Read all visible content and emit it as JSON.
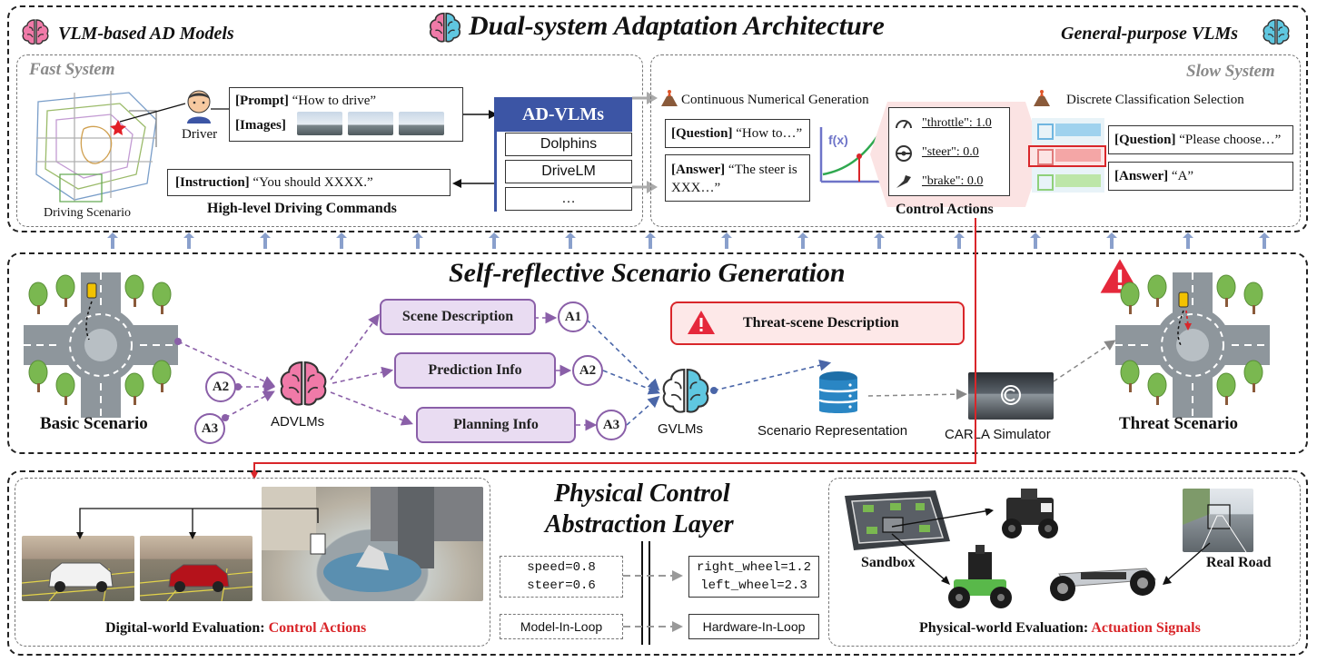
{
  "top": {
    "title": "Dual-system Adaptation Architecture",
    "left_label": "VLM-based AD Models",
    "right_label": "General-purpose VLMs"
  },
  "fast": {
    "label": "Fast System",
    "driving_scenario": "Driving Scenario",
    "driver": "Driver",
    "prompt_key": "[Prompt]",
    "prompt_val": "“How to drive”",
    "images_key": "[Images]",
    "instruction_key": "[Instruction]",
    "instruction_val": "“You should XXXX.”",
    "commands": "High-level Driving Commands",
    "advlms_header": "AD-VLMs",
    "advlms_items": [
      "Dolphins",
      "DriveLM",
      "…"
    ]
  },
  "slow": {
    "label": "Slow System",
    "continuous": "Continuous Numerical Generation",
    "discrete": "Discrete Classification Selection",
    "q1_key": "[Question]",
    "q1_val": "“How to…”",
    "a1_key": "[Answer]",
    "a1_val": "“The steer is XXX…”",
    "fx": "f(x)",
    "throttle": "\"throttle\": 1.0",
    "steer": "\"steer\": 0.0",
    "brake": "\"brake\": 0.0",
    "control_actions": "Control Actions",
    "q2_key": "[Question]",
    "q2_val": "“Please choose…”",
    "a2_key": "[Answer]",
    "a2_val": "“A”"
  },
  "middle": {
    "title": "Self-reflective Scenario Generation",
    "basic": "Basic Scenario",
    "threat": "Threat Scenario",
    "advlms": "ADVLMs",
    "gvlms": "GVLMs",
    "scene_desc": "Scene Description",
    "prediction": "Prediction Info",
    "planning": "Planning Info",
    "threat_desc": "Threat-scene Description",
    "representation": "Scenario Representation",
    "carla": "CARLA Simulator",
    "a1": "A1",
    "a2": "A2",
    "a3": "A3"
  },
  "bottom": {
    "title1": "Physical Control",
    "title2": "Abstraction Layer",
    "digital_prefix": "Digital-world Evaluation: ",
    "digital_suffix": "Control Actions",
    "physical_prefix": "Physical-world Evaluation: ",
    "physical_suffix": "Actuation Signals",
    "speed": "speed=0.8",
    "steer": "steer=0.6",
    "right_wheel": "right_wheel=1.2",
    "left_wheel": "left_wheel=2.3",
    "mil": "Model-In-Loop",
    "hil": "Hardware-In-Loop",
    "sandbox": "Sandbox",
    "real_road": "Real Road"
  },
  "colors": {
    "accent_red": "#d9262a",
    "purple": "#8a5fa8",
    "blue_header": "#3c55a5"
  }
}
